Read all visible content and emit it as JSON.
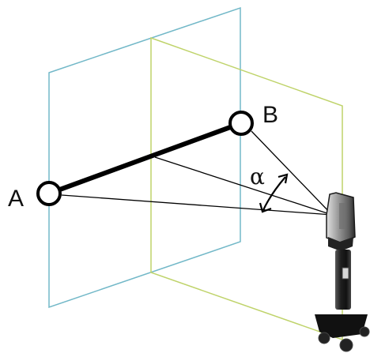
{
  "diagram": {
    "labels": {
      "point_a": "A",
      "point_b": "B",
      "angle": "α"
    },
    "colors": {
      "plane_1": "#72B8C8",
      "plane_2": "#BFD36A",
      "line": "#000000",
      "point_fill": "#FFFFFF",
      "text": "#111111"
    },
    "device": {
      "name": "laser-tracker-icon"
    }
  }
}
